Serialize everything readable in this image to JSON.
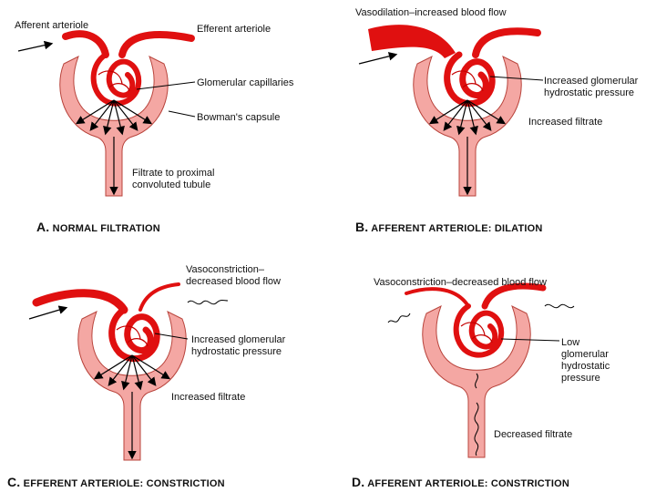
{
  "colors": {
    "capsule_fill": "#f4a7a3",
    "capsule_stroke": "#b8433b",
    "vessel": "#e01010",
    "text": "#111111"
  },
  "panels": {
    "a": {
      "afferent_label": "Afferent arteriole",
      "efferent_label": "Efferent arteriole",
      "capillaries_label": "Glomerular capillaries",
      "capsule_label": "Bowman's capsule",
      "filtrate_label_1": "Filtrate to proximal",
      "filtrate_label_2": "convoluted tubule",
      "caption_letter": "A.",
      "caption_text": "NORMAL FILTRATION"
    },
    "b": {
      "top_label": "Vasodilation–increased blood flow",
      "pressure_label_1": "Increased glomerular",
      "pressure_label_2": "hydrostatic pressure",
      "filtrate_label": "Increased filtrate",
      "caption_letter": "B.",
      "caption_text": "AFFERENT ARTERIOLE: DILATION"
    },
    "c": {
      "top_label_1": "Vasoconstriction–",
      "top_label_2": "decreased blood flow",
      "pressure_label_1": "Increased glomerular",
      "pressure_label_2": "hydrostatic pressure",
      "filtrate_label": "Increased filtrate",
      "caption_letter": "C.",
      "caption_text": "EFFERENT ARTERIOLE: CONSTRICTION"
    },
    "d": {
      "top_label": "Vasoconstriction–decreased blood flow",
      "pressure_label_1": "Low",
      "pressure_label_2": "glomerular",
      "pressure_label_3": "hydrostatic",
      "pressure_label_4": "pressure",
      "filtrate_label": "Decreased filtrate",
      "caption_letter": "D.",
      "caption_text": "AFFERENT ARTERIOLE: CONSTRICTION"
    }
  }
}
